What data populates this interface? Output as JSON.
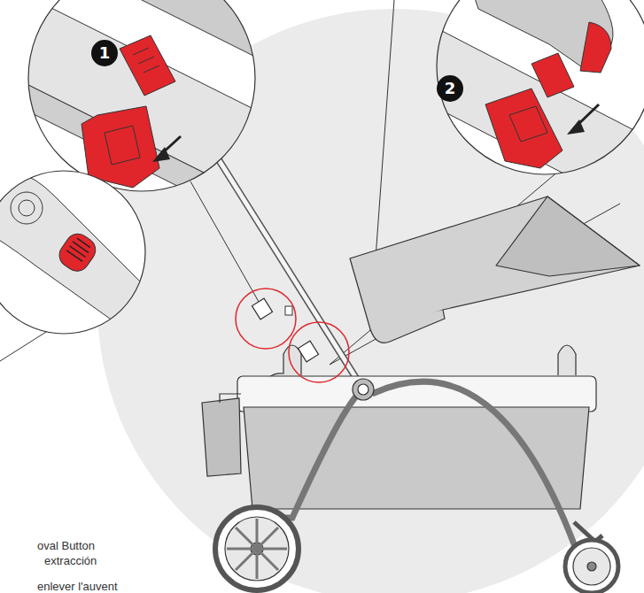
{
  "diagram": {
    "labels": [
      "1",
      "2",
      "oval Button",
      "extracción",
      "enlever l'auvent"
    ]
  }
}
